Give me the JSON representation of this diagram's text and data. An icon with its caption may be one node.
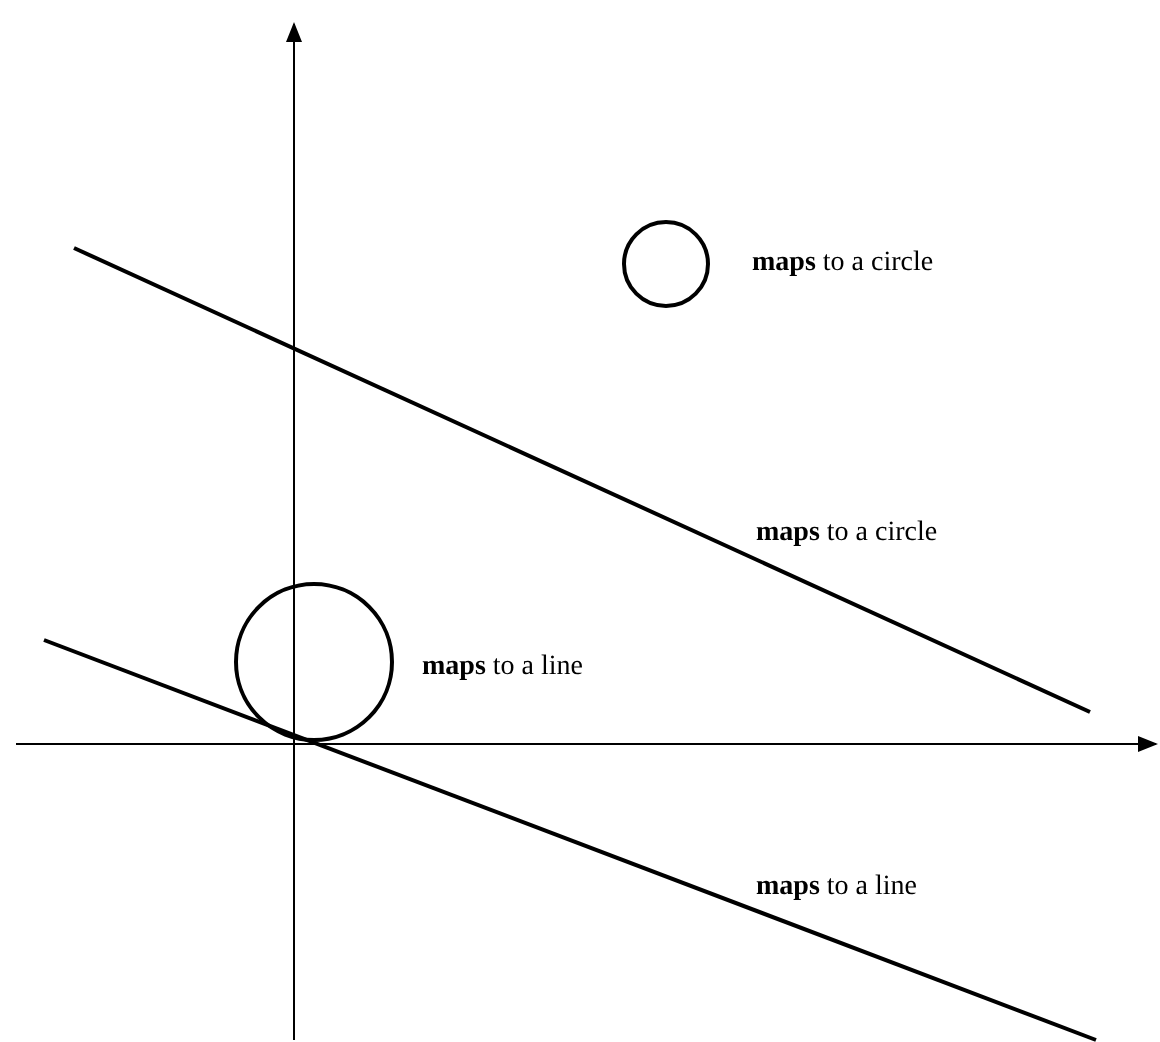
{
  "diagram": {
    "labels": [
      "**maps** to a circle",
      "**maps** to a circle",
      "**maps** to a line",
      "**maps** to a line"
    ]
  }
}
